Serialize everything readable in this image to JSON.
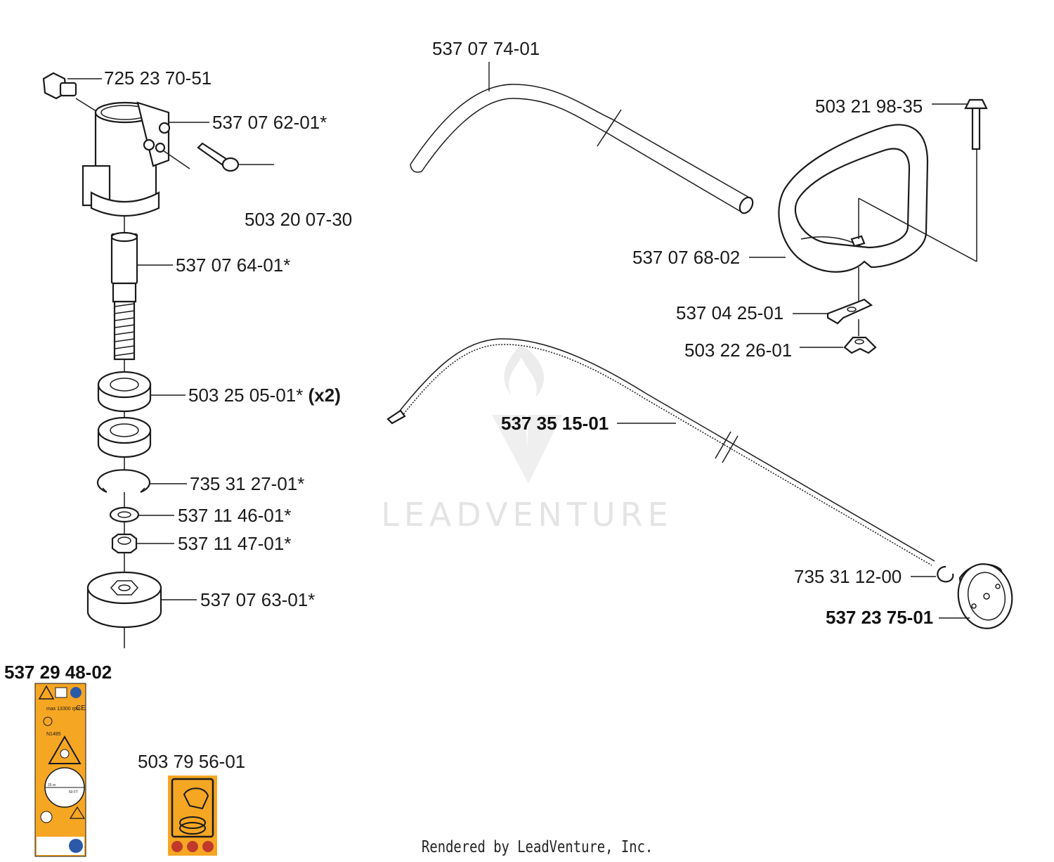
{
  "diagram_data": {
    "part_labels": {
      "bolt_top": "725 23 70-51",
      "housing": "537 07 62-01*",
      "screw": "503 20 07-30",
      "shaft": "537 07 64-01*",
      "bearing": "503 25 05-01*",
      "bearing_qty": "(x2)",
      "circlip": "735 31 27-01*",
      "washer": "537 11 46-01*",
      "nut": "537 11 47-01*",
      "cup": "537 07 63-01*",
      "tube": "537 07 74-01",
      "handle_bolt": "503 21 98-35",
      "handle": "537 07 68-02",
      "clamp": "537 04 25-01",
      "wing_nut": "503 22 26-01",
      "cable": "537 35 15-01",
      "clip": "735 31 12-00",
      "drum": "537 23 75-01",
      "decal_large": "537 29 48-02",
      "decal_small": "503 79 56-01"
    },
    "decal_text": {
      "rpm": "max 13300 rpm",
      "code": "N1485",
      "dist_a": "15 m",
      "dist_b": "50 FT"
    },
    "watermark": "LEADVENTURE",
    "footer": "Rendered by LeadVenture, Inc.",
    "colors": {
      "line": "#1a1a1a",
      "warning": "#f5a623",
      "watermark": "#e4e4e4"
    }
  }
}
